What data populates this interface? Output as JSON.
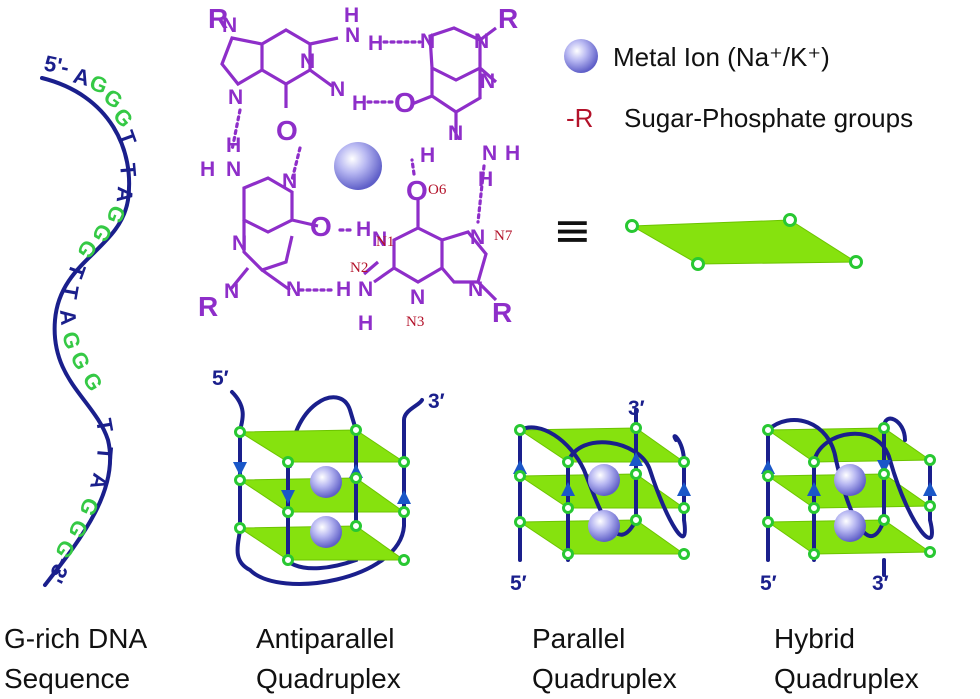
{
  "legend": {
    "metal_ion": "Metal Ion (Na⁺/K⁺)",
    "r_symbol": "-R",
    "r_text": "Sugar-Phosphate groups"
  },
  "tetrad": {
    "atoms": {
      "R": "R",
      "N": "N",
      "H": "H",
      "O": "O"
    },
    "numbering": [
      "N1",
      "N2",
      "N3",
      "N7",
      "O6"
    ],
    "equivalence": "≡"
  },
  "sequence": {
    "five_prime": "5'-",
    "three_prime": "-3'",
    "letters": [
      "A",
      "G",
      "G",
      "G",
      "T",
      "T",
      "A",
      "G",
      "G",
      "G",
      "T",
      "T",
      "A",
      "G",
      "G",
      "G",
      "T",
      "T",
      "A",
      "G",
      "G",
      "G"
    ]
  },
  "labels": {
    "p5": "5′",
    "p3": "3′"
  },
  "captions": {
    "seq": [
      "G-rich DNA",
      "Sequence"
    ],
    "anti": [
      "Antiparallel",
      "Quadruplex"
    ],
    "para": [
      "Parallel",
      "Quadruplex"
    ],
    "hybrid": [
      "Hybrid",
      "Quadruplex"
    ]
  },
  "colors": {
    "purple": "#8e2ec9",
    "navy": "#1a1f8c",
    "green_plane": "#86e20e",
    "green_letters": "#35c945",
    "ion": "#8f8fe6",
    "red_numbering": "#b3122a"
  }
}
